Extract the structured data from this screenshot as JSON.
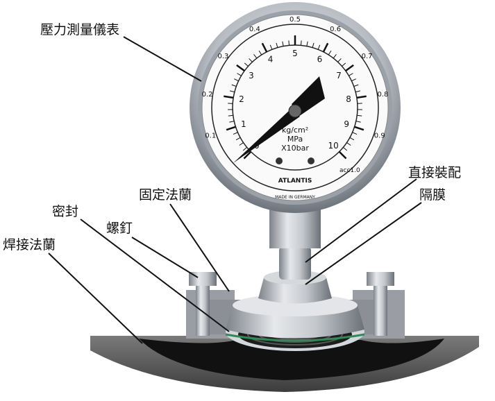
{
  "labels": {
    "gauge": "壓力測量儀表",
    "fixed_flange": "固定法蘭",
    "seal": "密封",
    "bolt": "螺釘",
    "welded_flange": "焊接法蘭",
    "direct_fitting": "直接裝配",
    "diaphragm": "隔膜"
  },
  "dial": {
    "outer_scale": [
      "0.1",
      "0.2",
      "0.3",
      "0.4",
      "0.5",
      "0.6",
      "0.7",
      "0.8",
      "0.9"
    ],
    "inner_scale": [
      "0",
      "1",
      "2",
      "3",
      "4",
      "5",
      "6",
      "7",
      "8",
      "9",
      "10"
    ],
    "unit_line1": "kg/cm²",
    "unit_line2": "MPa",
    "unit_line3": "X10bar",
    "brand": "ATLANTIS",
    "origin": "MADE IN GERMANY",
    "accuracy": "acc1.0"
  },
  "colors": {
    "needle": "#111111",
    "metal": "#b8bcc2",
    "pipe": "#5a5a5a",
    "seal_line": "#2e8b57"
  }
}
